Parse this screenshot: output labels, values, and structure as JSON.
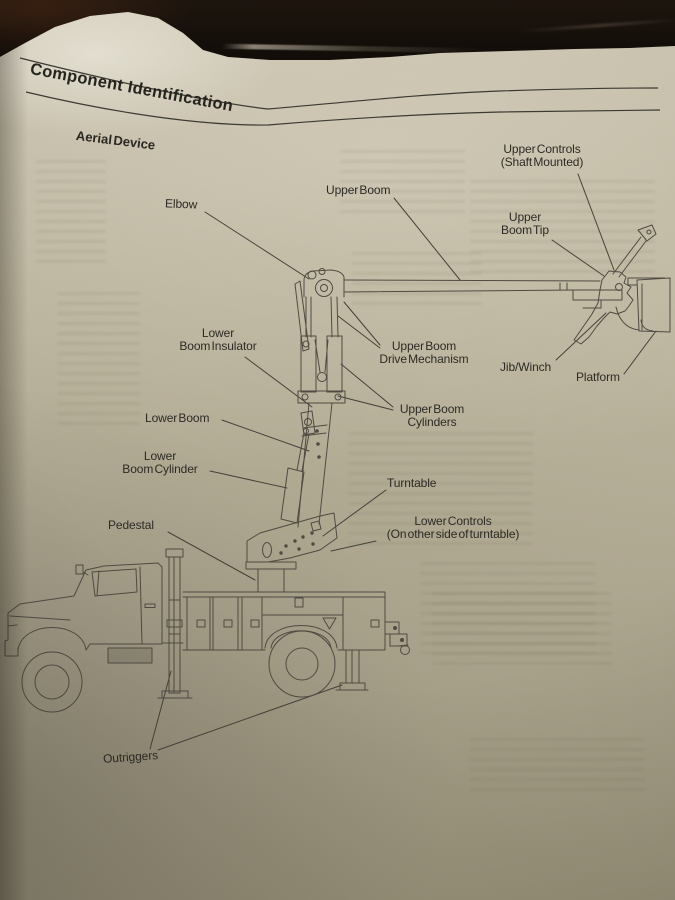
{
  "document": {
    "title": "Component Identification",
    "section_heading": "Aerial Device"
  },
  "diagram_labels": {
    "elbow": "Elbow",
    "upper_boom": "Upper Boom",
    "upper_controls": [
      "Upper Controls",
      "(Shaft Mounted)"
    ],
    "upper_boom_tip": [
      "Upper",
      "Boom Tip"
    ],
    "lower_boom_insulator": [
      "Lower",
      "Boom Insulator"
    ],
    "upper_boom_drive_mechanism": [
      "Upper Boom",
      "Drive Mechanism"
    ],
    "jib_winch": "Jib/Winch",
    "platform": "Platform",
    "lower_boom": "Lower Boom",
    "upper_boom_cylinders": [
      "Upper Boom",
      "Cylinders"
    ],
    "lower_boom_cylinder": [
      "Lower",
      "Boom Cylinder"
    ],
    "turntable": "Turntable",
    "lower_controls": [
      "Lower Controls",
      "(On other side of turntable)"
    ],
    "pedestal": "Pedestal",
    "outriggers": "Outriggers"
  },
  "colors": {
    "paper": "#b2ab94",
    "ink": "#2c2a24",
    "drawing_line": "#4f4b42",
    "background": "#0b0806"
  }
}
